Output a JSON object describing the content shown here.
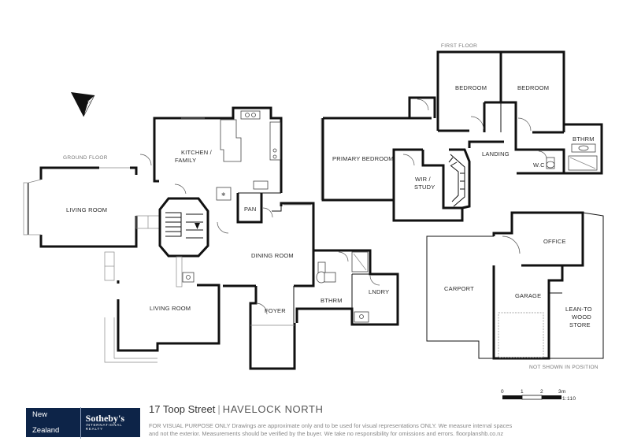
{
  "floor_labels": {
    "ground": "GROUND FLOOR",
    "first": "FIRST FLOOR"
  },
  "rooms": {
    "living_room_west": "LIVING ROOM",
    "kitchen_line1": "KITCHEN /",
    "kitchen_line2": "FAMILY",
    "pan": "PAN",
    "dining_room": "DINING ROOM",
    "living_room_south": "LIVING ROOM",
    "foyer": "FOYER",
    "bathroom_ground": "BTHRM",
    "laundry": "LNDRY",
    "primary_bedroom": "PRIMARY BEDROOM",
    "wir_line1": "WIR /",
    "wir_line2": "STUDY",
    "bedroom_1": "BEDROOM",
    "bedroom_2": "BEDROOM",
    "landing": "LANDING",
    "wc": "W.C",
    "bathroom_first": "BTHRM",
    "carport": "CARPORT",
    "garage": "GARAGE",
    "office": "OFFICE",
    "leanto_line1": "LEAN-TO",
    "leanto_line2": "WOOD",
    "leanto_line3": "STORE"
  },
  "notes": {
    "not_in_position": "NOT SHOWN IN POSITION"
  },
  "scale_bar": {
    "ticks": [
      "0",
      "1",
      "2",
      "3m"
    ],
    "ratio": "1:110"
  },
  "compass": {
    "label": "N"
  },
  "footer": {
    "brand_region": "New Zealand",
    "brand_name": "Sotheby's",
    "brand_sub": "INTERNATIONAL REALTY",
    "street": "17 Toop Street",
    "separator": "|",
    "suburb": "HAVELOCK NORTH",
    "disclaimer_1": "FOR VISUAL PURPOSE ONLY Drawings are approximate only and to be used for visual representations ONLY. We measure internal spaces",
    "disclaimer_2": "and not the exterior. Measurements should be verified by the buyer. We take no responsibility for omissions and errors. floorplanshb.co.nz"
  }
}
